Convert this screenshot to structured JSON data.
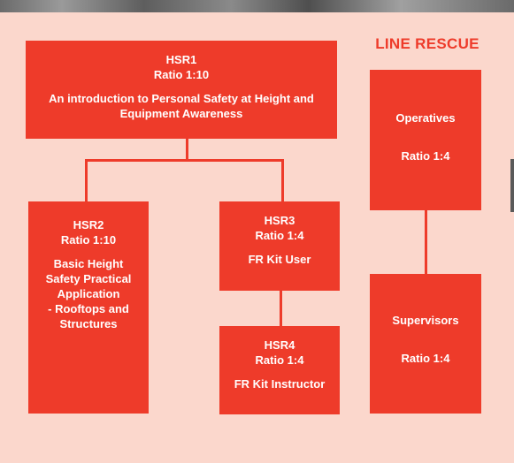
{
  "line_rescue": {
    "heading": "LINE RESCUE"
  },
  "hsr1": {
    "code": "HSR1",
    "ratio": "Ratio 1:10",
    "desc_line1": "An introduction to Personal Safety at Height and",
    "desc_line2": "Equipment Awareness"
  },
  "hsr2": {
    "code": "HSR2",
    "ratio": "Ratio 1:10",
    "desc_line1": "Basic Height",
    "desc_line2": "Safety Practical",
    "desc_line3": "Application",
    "desc_line4": "- Rooftops and",
    "desc_line5": "Structures"
  },
  "hsr3": {
    "code": "HSR3",
    "ratio": "Ratio 1:4",
    "desc": "FR Kit User"
  },
  "hsr4": {
    "code": "HSR4",
    "ratio": "Ratio 1:4",
    "desc": "FR Kit Instructor"
  },
  "operatives": {
    "title": "Operatives",
    "ratio": "Ratio 1:4"
  },
  "supervisors": {
    "title": "Supervisors",
    "ratio": "Ratio 1:4"
  },
  "colors": {
    "accent": "#ee3b2a",
    "background": "#fbd7cc",
    "text_on_accent": "#ffffff"
  }
}
